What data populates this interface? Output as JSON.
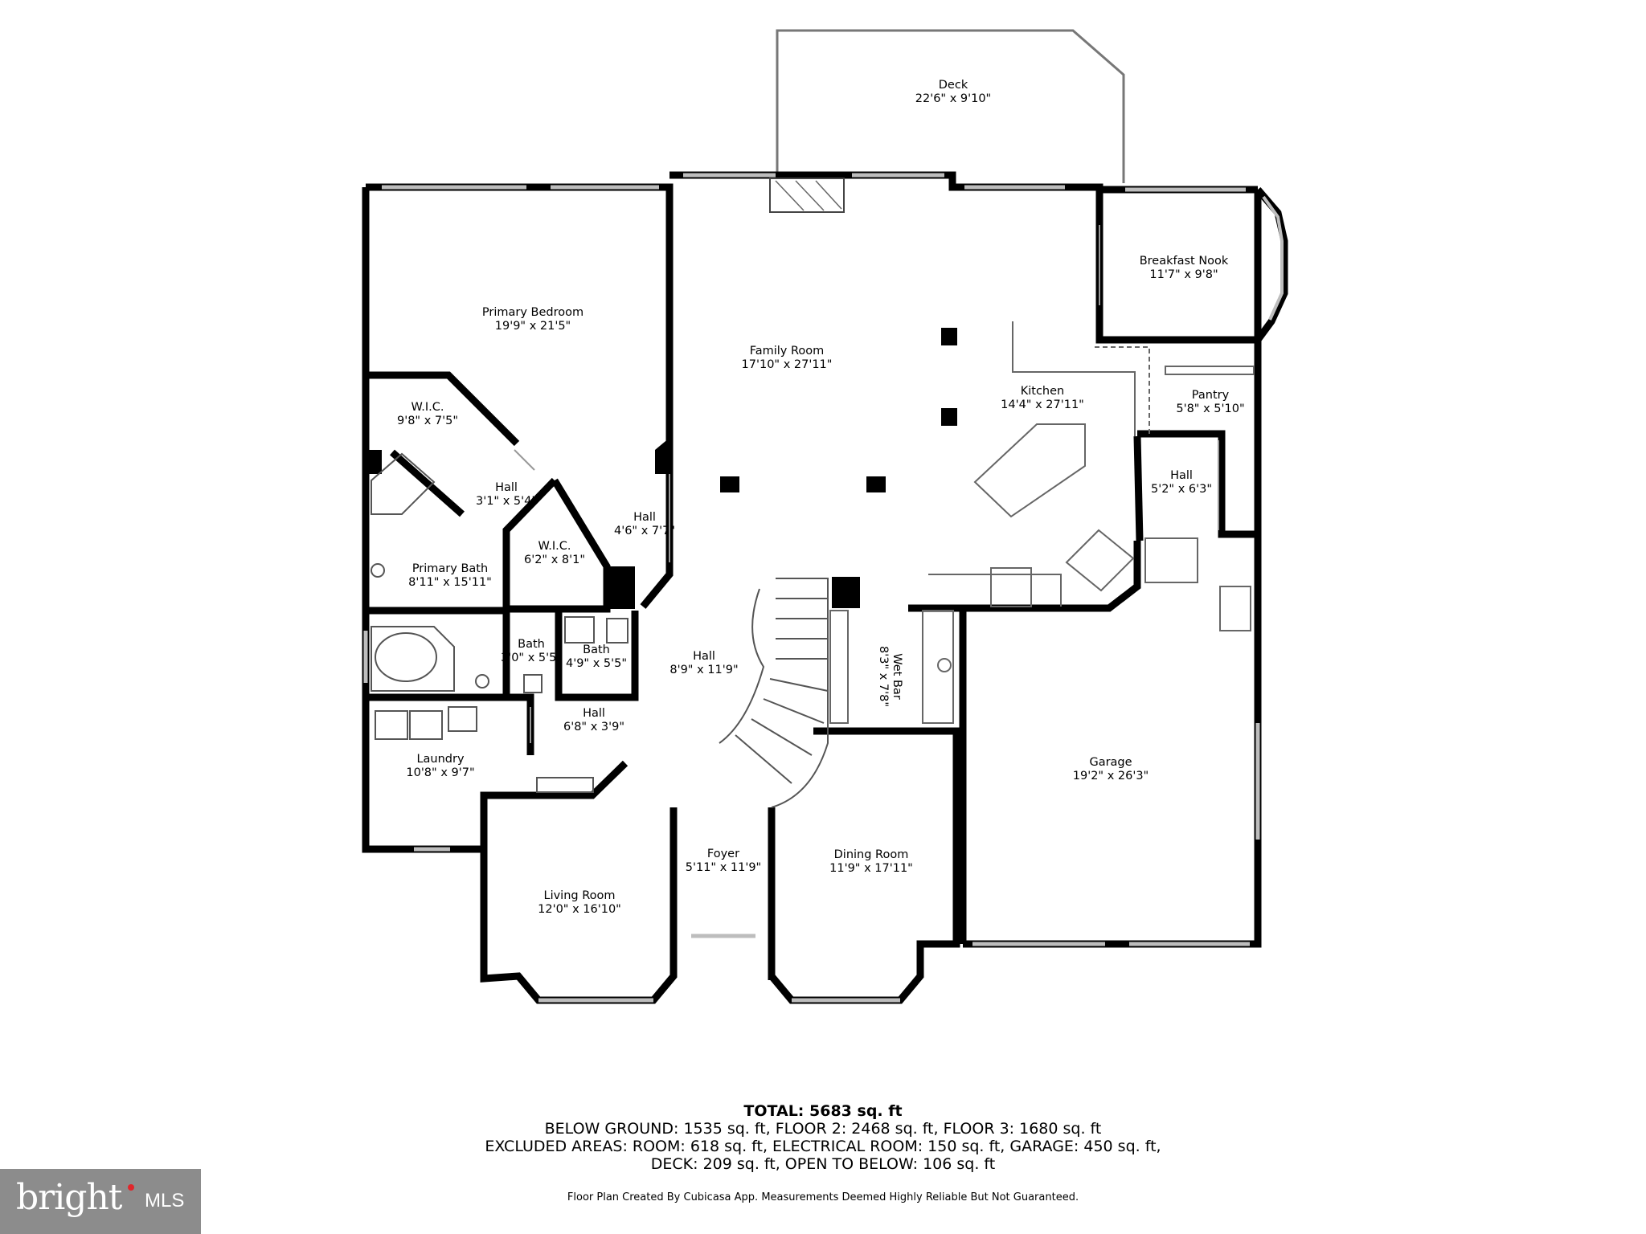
{
  "rooms": [
    {
      "key": "deck",
      "name": "Deck",
      "dims": "22'6\" x 9'10\""
    },
    {
      "key": "primary-bedroom",
      "name": "Primary Bedroom",
      "dims": "19'9\" x 21'5\""
    },
    {
      "key": "family-room",
      "name": "Family Room",
      "dims": "17'10\" x 27'11\""
    },
    {
      "key": "breakfast-nook",
      "name": "Breakfast Nook",
      "dims": "11'7\" x 9'8\""
    },
    {
      "key": "kitchen",
      "name": "Kitchen",
      "dims": "14'4\" x 27'11\""
    },
    {
      "key": "pantry",
      "name": "Pantry",
      "dims": "5'8\" x 5'10\""
    },
    {
      "key": "wic-1",
      "name": "W.I.C.",
      "dims": "9'8\" x 7'5\""
    },
    {
      "key": "hall-1",
      "name": "Hall",
      "dims": "3'1\" x 5'4\""
    },
    {
      "key": "hall-2",
      "name": "Hall",
      "dims": "4'6\" x 7'7\""
    },
    {
      "key": "hall-kitchen",
      "name": "Hall",
      "dims": "5'2\" x 6'3\""
    },
    {
      "key": "wic-2",
      "name": "W.I.C.",
      "dims": "6'2\" x 8'1\""
    },
    {
      "key": "primary-bath",
      "name": "Primary Bath",
      "dims": "8'11\" x 15'11\""
    },
    {
      "key": "bath-1",
      "name": "Bath",
      "dims": "3'0\" x 5'5\""
    },
    {
      "key": "bath-2",
      "name": "Bath",
      "dims": "4'9\" x 5'5\""
    },
    {
      "key": "hall-main",
      "name": "Hall",
      "dims": "8'9\" x 11'9\""
    },
    {
      "key": "wet-bar",
      "name": "Wet Bar",
      "dims": "8'3\" x 7'8\""
    },
    {
      "key": "hall-3",
      "name": "Hall",
      "dims": "6'8\" x 3'9\""
    },
    {
      "key": "laundry",
      "name": "Laundry",
      "dims": "10'8\" x 9'7\""
    },
    {
      "key": "garage",
      "name": "Garage",
      "dims": "19'2\" x 26'3\""
    },
    {
      "key": "foyer",
      "name": "Foyer",
      "dims": "5'11\" x 11'9\""
    },
    {
      "key": "dining-room",
      "name": "Dining Room",
      "dims": "11'9\" x 17'11\""
    },
    {
      "key": "living-room",
      "name": "Living Room",
      "dims": "12'0\" x 16'10\""
    }
  ],
  "totals": {
    "total": "TOTAL: 5683 sq. ft",
    "line1": "BELOW GROUND: 1535 sq. ft, FLOOR 2: 2468 sq. ft, FLOOR 3: 1680 sq. ft",
    "line2": "EXCLUDED AREAS: ROOM: 618 sq. ft, ELECTRICAL ROOM: 150 sq. ft, GARAGE: 450 sq. ft,",
    "line3": "DECK: 209 sq. ft, OPEN TO BELOW: 106 sq. ft"
  },
  "disclaimer": "Floor Plan Created By Cubicasa App. Measurements Deemed Highly Reliable But Not Guaranteed.",
  "logo": {
    "word": "bright",
    "suffix": "MLS",
    "accent": "#e0262b",
    "bg": "#8c8c8c"
  },
  "colors": {
    "wall": "#000000",
    "window": "#bbbbbb",
    "fixture": "#555555",
    "background": "#ffffff"
  }
}
